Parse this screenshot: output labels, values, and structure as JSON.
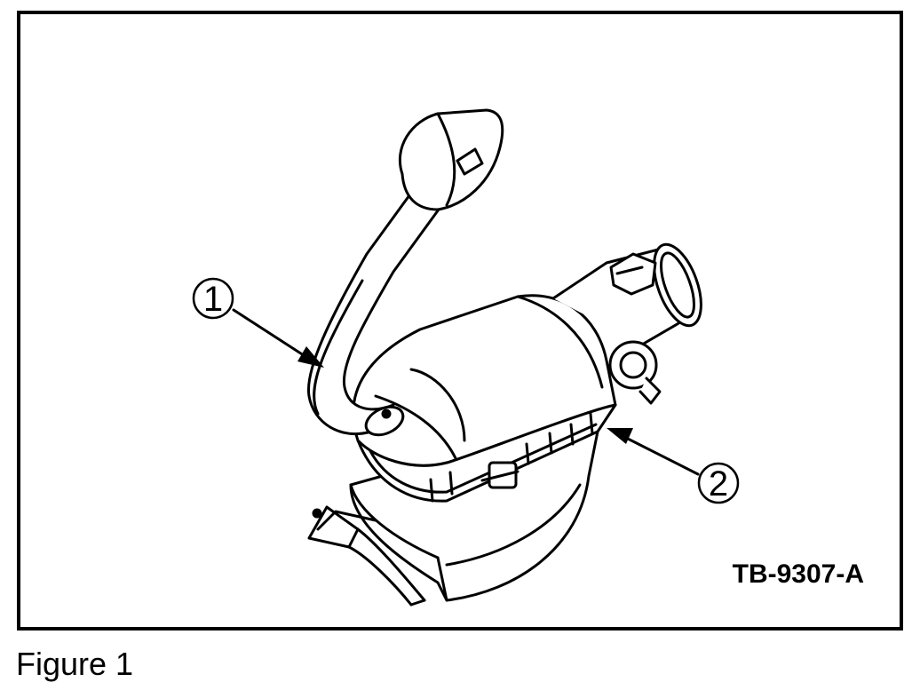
{
  "diagram": {
    "callouts": [
      {
        "label": "1"
      },
      {
        "label": "2"
      }
    ],
    "drawing_id": "TB-9307-A"
  },
  "caption": "Figure 1",
  "colors": {
    "line": "#000000",
    "background": "#ffffff"
  }
}
